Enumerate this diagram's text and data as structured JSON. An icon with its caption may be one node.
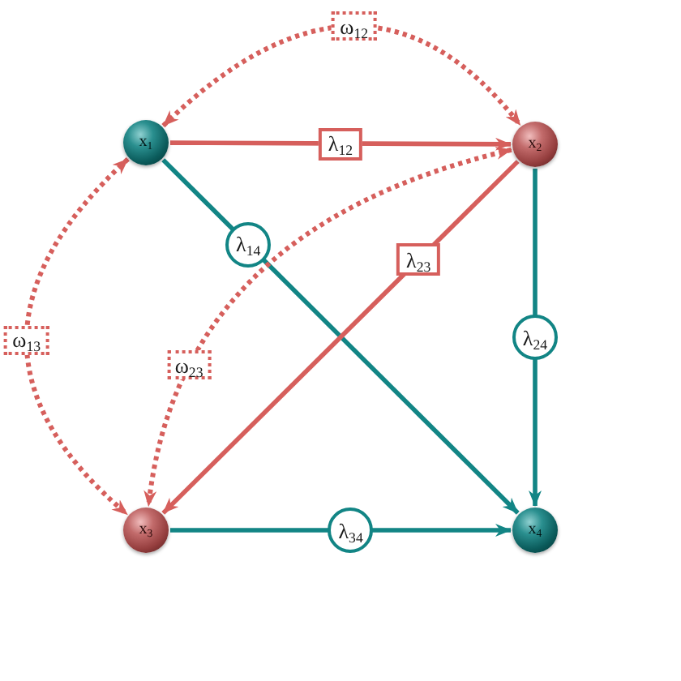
{
  "diagram": {
    "nodes": [
      {
        "text": [
          "x$_{1}$"
        ]
      },
      {
        "text": [
          "x$_{2}$"
        ]
      },
      {
        "text": [
          "x$_{3}$"
        ]
      },
      {
        "text": [
          "x$_{4}$"
        ]
      }
    ],
    "edges": [
      {
        "from": 0,
        "to": 1,
        "arrow": "to",
        "label": "λ$_{12}$"
      },
      {
        "from": 0,
        "to": 3,
        "arrow": "to",
        "label": "λ$_{14}$",
        "color": "#128585"
      },
      {
        "from": 1,
        "to": 2,
        "arrow": "to",
        "label": "λ$_{23}$"
      },
      {
        "from": 1,
        "to": 3,
        "arrow": "to",
        "label": "λ$_{24}$",
        "color": "#128585"
      },
      {
        "from": 2,
        "to": 3,
        "arrow": "to",
        "label": "λ$_{34}$",
        "color": "#128585"
      },
      {
        "from": 0,
        "to": 1,
        "arrow": "both",
        "label": "ω$_{12}$",
        "style": "dashed"
      },
      {
        "from": 0,
        "to": 2,
        "arrow": "both",
        "label": "ω$_{13}$",
        "style": "dashed"
      },
      {
        "from": 1,
        "to": 2,
        "arrow": "both",
        "label": "ω$_{23}$",
        "style": "dashed"
      }
    ]
  }
}
